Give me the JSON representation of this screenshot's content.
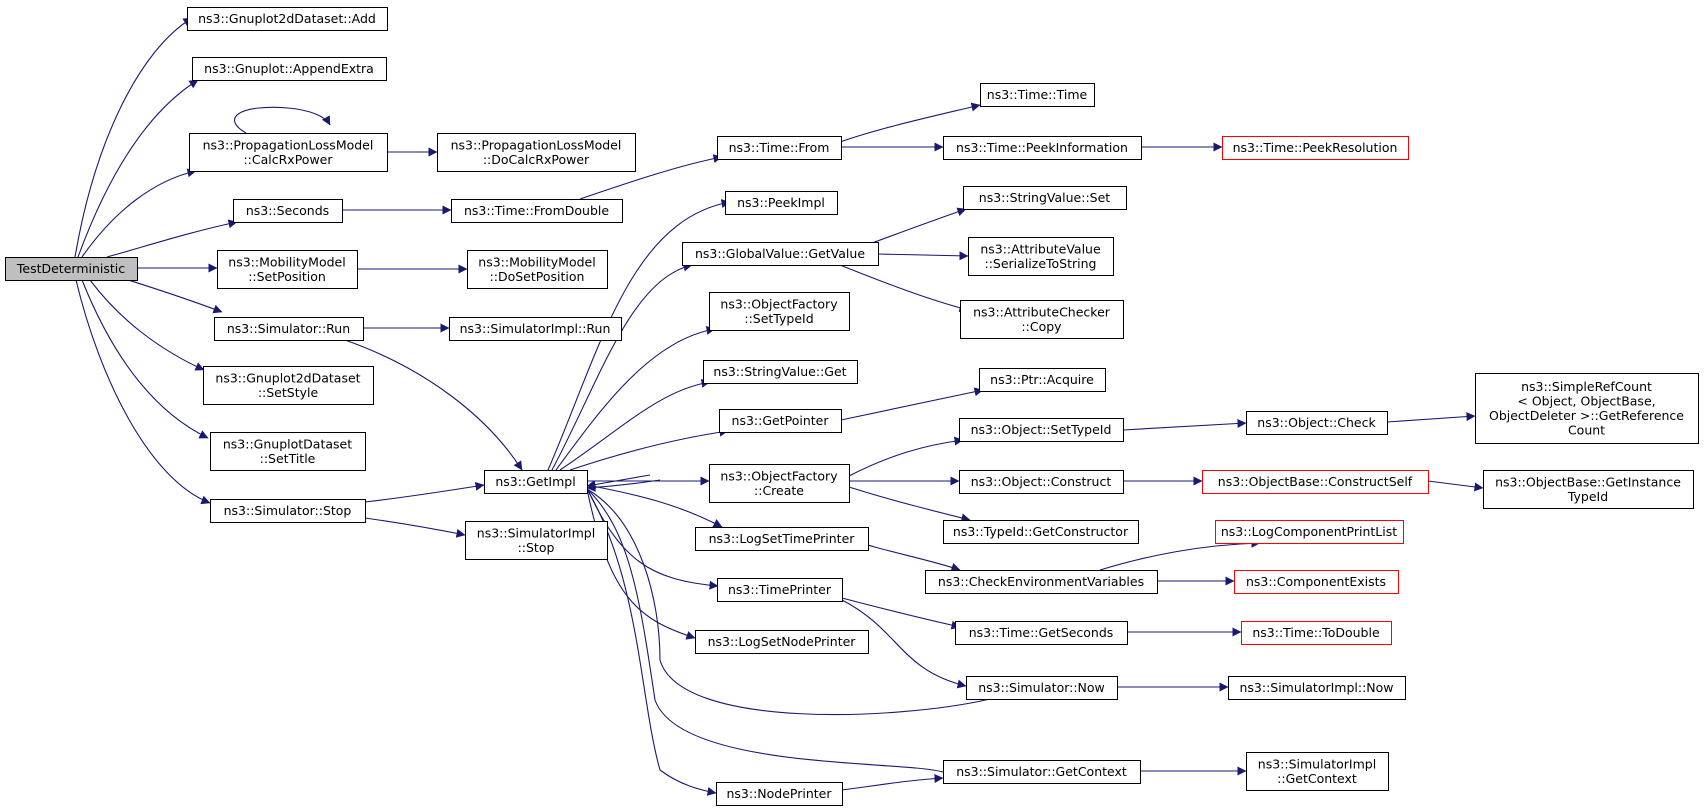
{
  "diagram": {
    "colors": {
      "edge": "#191970",
      "root_fill": "#bfbfbf",
      "node_border": "#000000",
      "missing_border": "#ff0000"
    },
    "nodes": [
      {
        "id": "testdet",
        "lines": [
          "TestDeterministic"
        ],
        "root": true
      },
      {
        "id": "g2dAdd",
        "lines": [
          "ns3::Gnuplot2dDataset::Add"
        ]
      },
      {
        "id": "gAppend",
        "lines": [
          "ns3::Gnuplot::AppendExtra"
        ]
      },
      {
        "id": "plmCalc",
        "lines": [
          "ns3::PropagationLossModel",
          "::CalcRxPower"
        ]
      },
      {
        "id": "plmDoCalc",
        "lines": [
          "ns3::PropagationLossModel",
          "::DoCalcRxPower"
        ]
      },
      {
        "id": "seconds",
        "lines": [
          "ns3::Seconds"
        ]
      },
      {
        "id": "timeFromDbl",
        "lines": [
          "ns3::Time::FromDouble"
        ]
      },
      {
        "id": "timeFrom",
        "lines": [
          "ns3::Time::From"
        ]
      },
      {
        "id": "timeTime",
        "lines": [
          "ns3::Time::Time"
        ]
      },
      {
        "id": "peekInfo",
        "lines": [
          "ns3::Time::PeekInformation"
        ]
      },
      {
        "id": "peekRes",
        "lines": [
          "ns3::Time::PeekResolution"
        ],
        "missing": true
      },
      {
        "id": "mmSetPos",
        "lines": [
          "ns3::MobilityModel",
          "::SetPosition"
        ]
      },
      {
        "id": "mmDoSetPos",
        "lines": [
          "ns3::MobilityModel",
          "::DoSetPosition"
        ]
      },
      {
        "id": "simRun",
        "lines": [
          "ns3::Simulator::Run"
        ]
      },
      {
        "id": "simImplRun",
        "lines": [
          "ns3::SimulatorImpl::Run"
        ]
      },
      {
        "id": "g2dSetStyle",
        "lines": [
          "ns3::Gnuplot2dDataset",
          "::SetStyle"
        ]
      },
      {
        "id": "gdSetTitle",
        "lines": [
          "ns3::GnuplotDataset",
          "::SetTitle"
        ]
      },
      {
        "id": "simStop",
        "lines": [
          "ns3::Simulator::Stop"
        ]
      },
      {
        "id": "simImplStop",
        "lines": [
          "ns3::SimulatorImpl",
          "::Stop"
        ]
      },
      {
        "id": "getImpl",
        "lines": [
          "ns3::GetImpl"
        ]
      },
      {
        "id": "peekImpl",
        "lines": [
          "ns3::PeekImpl"
        ]
      },
      {
        "id": "gvGet",
        "lines": [
          "ns3::GlobalValue::GetValue"
        ]
      },
      {
        "id": "svSet",
        "lines": [
          "ns3::StringValue::Set"
        ]
      },
      {
        "id": "avSer",
        "lines": [
          "ns3::AttributeValue",
          "::SerializeToString"
        ]
      },
      {
        "id": "acCopy",
        "lines": [
          "ns3::AttributeChecker",
          "::Copy"
        ]
      },
      {
        "id": "ofSetTid",
        "lines": [
          "ns3::ObjectFactory",
          "::SetTypeId"
        ]
      },
      {
        "id": "svGet",
        "lines": [
          "ns3::StringValue::Get"
        ]
      },
      {
        "id": "getPointer",
        "lines": [
          "ns3::GetPointer"
        ]
      },
      {
        "id": "ptrAcquire",
        "lines": [
          "ns3::Ptr::Acquire"
        ]
      },
      {
        "id": "ofCreate",
        "lines": [
          "ns3::ObjectFactory",
          "::Create"
        ]
      },
      {
        "id": "objSetTid",
        "lines": [
          "ns3::Object::SetTypeId"
        ]
      },
      {
        "id": "objCheck",
        "lines": [
          "ns3::Object::Check"
        ]
      },
      {
        "id": "srcGetRef",
        "lines": [
          "ns3::SimpleRefCount",
          "< Object, ObjectBase,",
          " ObjectDeleter >::GetReference",
          "Count"
        ]
      },
      {
        "id": "objConstruct",
        "lines": [
          "ns3::Object::Construct"
        ]
      },
      {
        "id": "obConstructSelf",
        "lines": [
          "ns3::ObjectBase::ConstructSelf"
        ],
        "missing": true
      },
      {
        "id": "obGetInst",
        "lines": [
          "ns3::ObjectBase::GetInstance",
          "TypeId"
        ]
      },
      {
        "id": "tidGetCtor",
        "lines": [
          "ns3::TypeId::GetConstructor"
        ]
      },
      {
        "id": "logSetTP",
        "lines": [
          "ns3::LogSetTimePrinter"
        ]
      },
      {
        "id": "checkEnv",
        "lines": [
          "ns3::CheckEnvironmentVariables"
        ]
      },
      {
        "id": "logCompPL",
        "lines": [
          "ns3::LogComponentPrintList"
        ],
        "missing": true
      },
      {
        "id": "compExists",
        "lines": [
          "ns3::ComponentExists"
        ],
        "missing": true
      },
      {
        "id": "timePrinter",
        "lines": [
          "ns3::TimePrinter"
        ]
      },
      {
        "id": "timeGetSec",
        "lines": [
          "ns3::Time::GetSeconds"
        ]
      },
      {
        "id": "timeToDbl",
        "lines": [
          "ns3::Time::ToDouble"
        ],
        "missing": true
      },
      {
        "id": "logSetNP",
        "lines": [
          "ns3::LogSetNodePrinter"
        ]
      },
      {
        "id": "simNow",
        "lines": [
          "ns3::Simulator::Now"
        ]
      },
      {
        "id": "simImplNow",
        "lines": [
          "ns3::SimulatorImpl::Now"
        ]
      },
      {
        "id": "simGetCtx",
        "lines": [
          "ns3::Simulator::GetContext"
        ]
      },
      {
        "id": "simImplGetCtx",
        "lines": [
          "ns3::SimulatorImpl",
          "::GetContext"
        ]
      },
      {
        "id": "nodePrinter",
        "lines": [
          "ns3::NodePrinter"
        ]
      }
    ]
  }
}
